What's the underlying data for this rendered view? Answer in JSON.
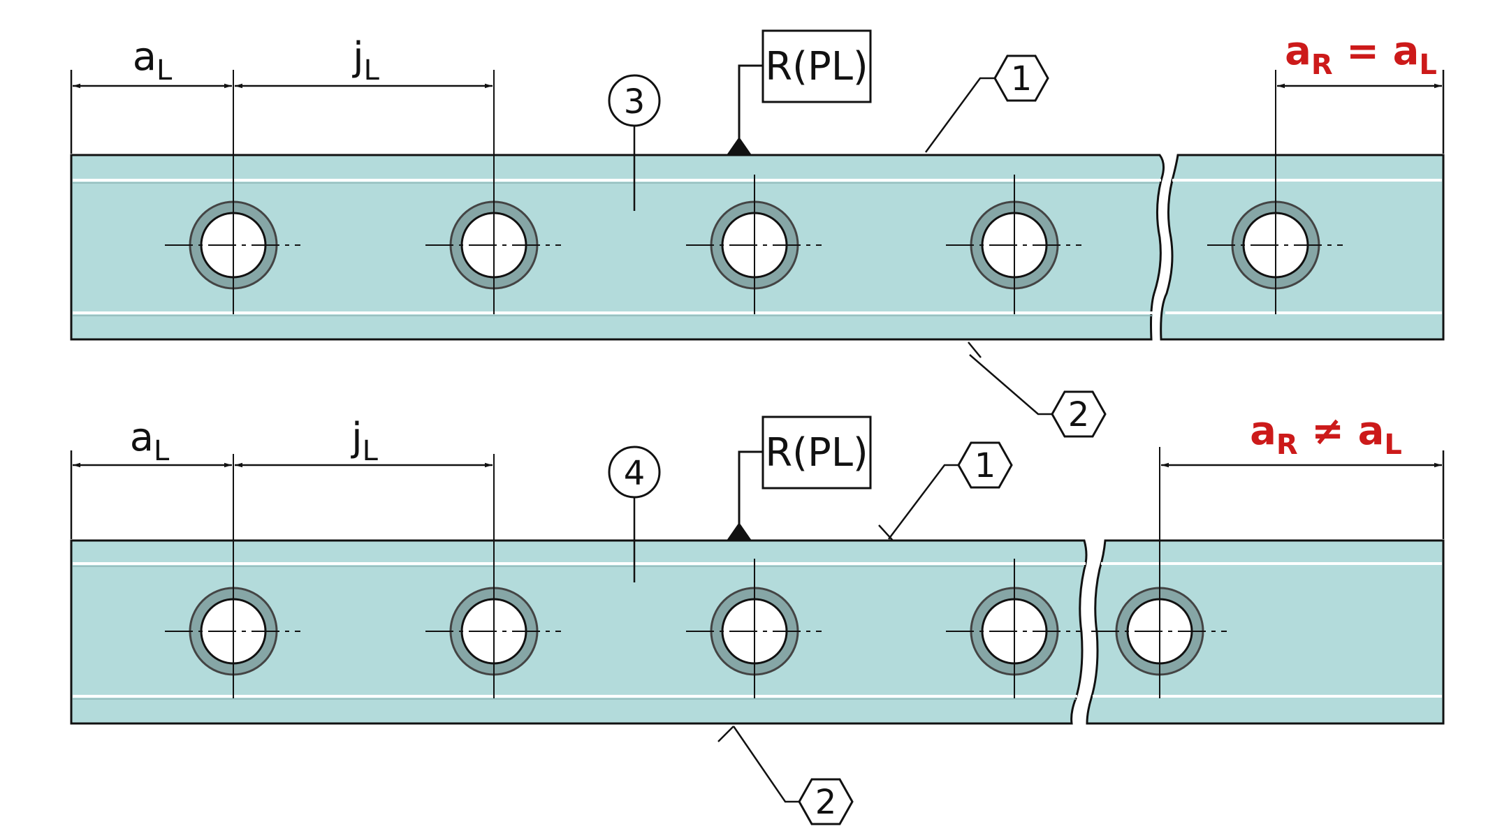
{
  "colors": {
    "rail_fill": "#b3dbdb",
    "ring_fill": "#86a6a6",
    "line": "#111111",
    "highlight_text": "#cc1a1a"
  },
  "rail_top": {
    "dim_left_main": "a",
    "dim_left_sub": "L",
    "dim_pitch_main": "j",
    "dim_pitch_sub": "L",
    "reference_label": "R(PL)",
    "callout_circle": "3",
    "callout_hex_top": "1",
    "callout_hex_bottom": "2",
    "dim_right": {
      "a1": "a",
      "sub1": "R",
      "op": " = ",
      "a2": "a",
      "sub2": "L"
    }
  },
  "rail_bottom": {
    "dim_left_main": "a",
    "dim_left_sub": "L",
    "dim_pitch_main": "j",
    "dim_pitch_sub": "L",
    "reference_label": "R(PL)",
    "callout_circle": "4",
    "callout_hex_top": "1",
    "callout_hex_bottom": "2",
    "dim_right": {
      "a1": "a",
      "sub1": "R",
      "op": " ≠ ",
      "a2": "a",
      "sub2": "L"
    }
  }
}
